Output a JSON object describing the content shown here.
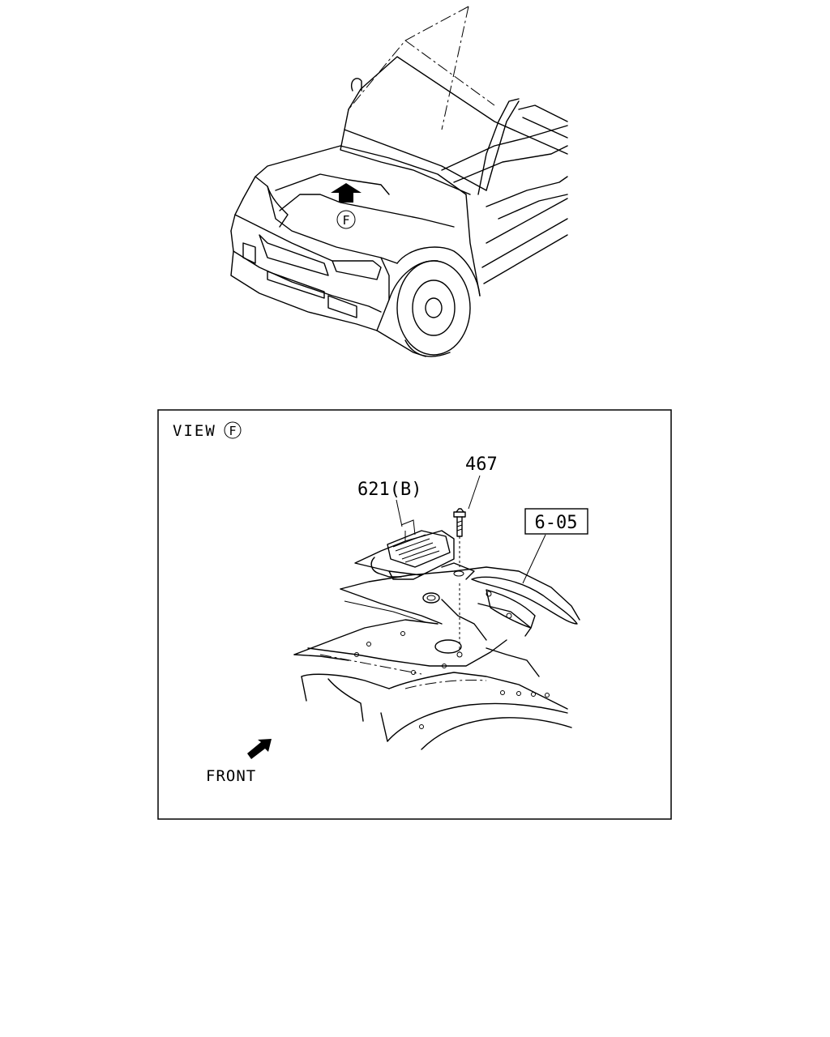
{
  "top_view": {
    "callout_letter": "F",
    "arrow_icon": "view-direction-arrow-icon"
  },
  "detail_view": {
    "title": "VIEW",
    "title_letter": "F",
    "part_labels": {
      "module": "621(B)",
      "bolt": "467",
      "reference": "6-05"
    },
    "front_label": "FRONT",
    "front_arrow_icon": "front-direction-arrow-icon"
  }
}
